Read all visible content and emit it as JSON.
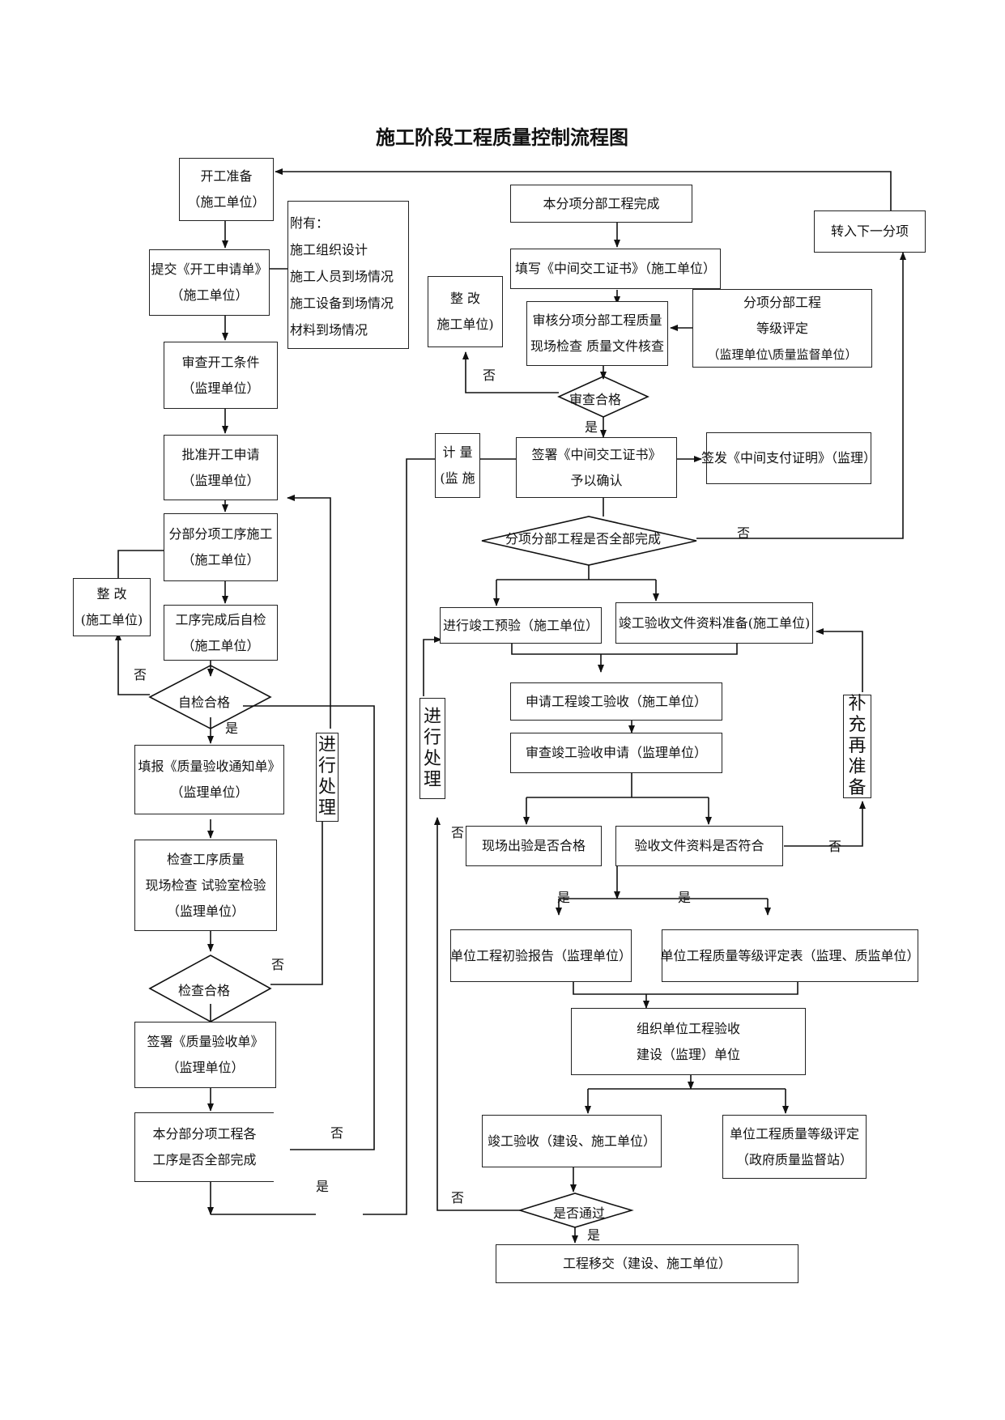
{
  "title": "施工阶段工程质量控制流程图",
  "left_column": {
    "start_prep": [
      "开工准备",
      "（施工单位）"
    ],
    "submit_request": [
      "提交《开工申请单》",
      "（施工单位）"
    ],
    "attachments": [
      "附有：",
      "施工组织设计",
      "施工人员到场情况",
      "施工设备到场情况",
      "材料到场情况"
    ],
    "review_conditions": [
      "审查开工条件",
      "（监理单位）"
    ],
    "approve_request": [
      "批准开工申请",
      "（监理单位）"
    ],
    "subdivision_work": [
      "分部分项工序施工",
      "（施工单位）"
    ],
    "rectify": [
      "整 改",
      "(施工单位)"
    ],
    "self_check": [
      "工序完成后自检",
      "（施工单位）"
    ],
    "self_check_pass": "自检合格",
    "fill_notice": [
      "填报《质量验收通知单》",
      "（监理单位）"
    ],
    "check_quality": [
      "检查工序质量",
      "现场检查  试验室检验",
      "（监理单位）"
    ],
    "check_pass": "检查合格",
    "handle": "进行处理",
    "sign_acceptance": [
      "签署《质量验收单》",
      "（监理单位）"
    ],
    "all_complete": [
      "本分部分项工程各",
      "工序是否全部完成"
    ]
  },
  "right_column": {
    "item_complete": "本分项分部工程完成",
    "next_item": "转入下一分项",
    "fill_certificate": "填写《中间交工证书》（施工单位）",
    "rectify": [
      "整    改",
      "施工单位)"
    ],
    "review_quality": [
      "审核分项分部工程质量",
      "现场检查 质量文件核查"
    ],
    "grading": [
      "分项分部工程",
      "等级评定",
      "（监理单位\\质量监督单位）"
    ],
    "review_pass": "审查合格",
    "measure": [
      "计    量",
      "(监 施"
    ],
    "sign_certificate": [
      "签署《中间交工证书》",
      "予以确认"
    ],
    "issue_payment": "签发《中间支付证明》（监理）",
    "all_items_complete": "分项分部工程是否全部完成",
    "pre_inspection": "进行竣工预验（施工单位）",
    "docs_prep": "竣工验收文件资料准备(施工单位)",
    "handle": "进行处理",
    "supplement": "补充再准备",
    "apply_acceptance": "申请工程竣工验收（施工单位）",
    "review_application": "审查竣工验收申请（监理单位）",
    "site_pass": "现场出验是否合格",
    "docs_match": "验收文件资料是否符合",
    "initial_report": "单位工程初验报告（监理单位）",
    "grading_table": "单位工程质量等级评定表（监理、质监单位）",
    "organize_acceptance": [
      "组织单位工程验收",
      "建设（监理）单位"
    ],
    "final_acceptance": "竣工验收（建设、施工单位）",
    "gov_grading": [
      "单位工程质量等级评定",
      "（政府质量监督站）"
    ],
    "passed": "是否通过",
    "handover": "工程移交（建设、施工单位）"
  },
  "labels": {
    "yes": "是",
    "no": "否"
  }
}
